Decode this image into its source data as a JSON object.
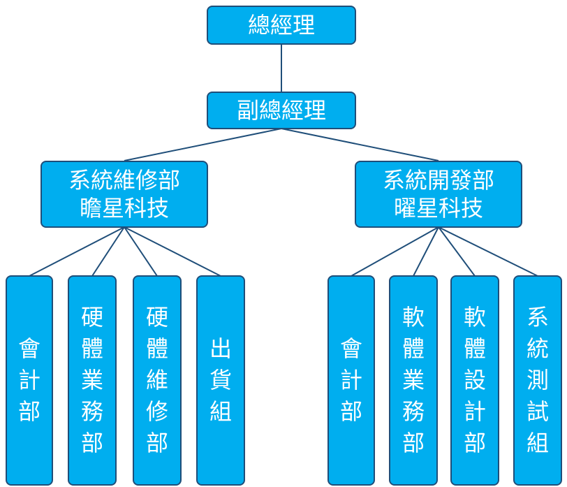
{
  "top": {
    "title": "總經理"
  },
  "deputy": {
    "title": "副總經理"
  },
  "branches": [
    {
      "line1": "系統維修部",
      "line2": "瞻星科技",
      "units": [
        "會計部",
        "硬體業務部",
        "硬體維修部",
        "出貨組"
      ]
    },
    {
      "line1": "系統開發部",
      "line2": "曜星科技",
      "units": [
        "會計部",
        "軟體業務部",
        "軟體設計部",
        "系統測試組"
      ]
    }
  ],
  "colors": {
    "fill": "#00aeef",
    "border": "#1f4e79",
    "text": "#ffffff",
    "line": "#1f4e79"
  }
}
